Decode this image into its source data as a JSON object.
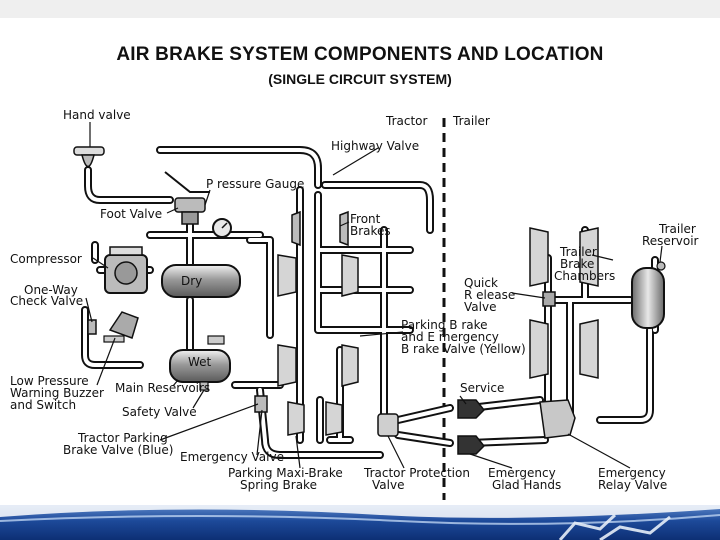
{
  "title": "AIR BRAKE SYSTEM COMPONENTS AND LOCATION",
  "subtitle": "(SINGLE CIRCUIT SYSTEM)",
  "sections": {
    "tractor": "Tractor",
    "trailer": "Trailer"
  },
  "tank_labels": {
    "dry": "Dry",
    "wet": "Wet"
  },
  "labels": {
    "hand_valve": "Hand valve",
    "highway_valve": "Highway Valve",
    "pressure_gauge": "P ressure Gauge",
    "foot_valve": "Foot Valve",
    "front_brakes_1": "Front",
    "front_brakes_2": "Brakes",
    "compressor": "Compressor",
    "one_way_check_1": "One-Way",
    "one_way_check_2": "Check Valve",
    "trailer_reservoir_1": "Trailer",
    "trailer_reservoir_2": "Reservoir",
    "trailer_brake_chambers_1": "Trailer",
    "trailer_brake_chambers_2": "Brake",
    "trailer_brake_chambers_3": "Chambers",
    "quick_release_1": "Quick",
    "quick_release_2": "R elease",
    "quick_release_3": "Valve",
    "parking_brake_1": "Parking B rake",
    "parking_brake_2": "and E mergency",
    "parking_brake_3": "B rake Valve (Yellow)",
    "low_pressure_1": "Low Pressure",
    "low_pressure_2": "Warning Buzzer",
    "low_pressure_3": "and Switch",
    "main_reservoirs": "Main Reservoirs",
    "safety_valve": "Safety Valve",
    "service": "Service",
    "tractor_parking_1": "Tractor Parking",
    "tractor_parking_2": "Brake Valve (Blue)",
    "emergency_valve": "Emergency Valve",
    "parking_maxi_1": "Parking Maxi-Brake",
    "parking_maxi_2": "Spring Brake",
    "tractor_protection_1": "Tractor Protection",
    "tractor_protection_2": "Valve",
    "emergency_glad_1": "Emergency",
    "emergency_glad_2": "Glad Hands",
    "emergency_relay_1": "Emergency",
    "emergency_relay_2": "Relay Valve"
  },
  "colors": {
    "line": "#111111",
    "pipe_fill": "#ffffff",
    "component": "#c9c9c9",
    "footer": "#1d4a9a"
  }
}
